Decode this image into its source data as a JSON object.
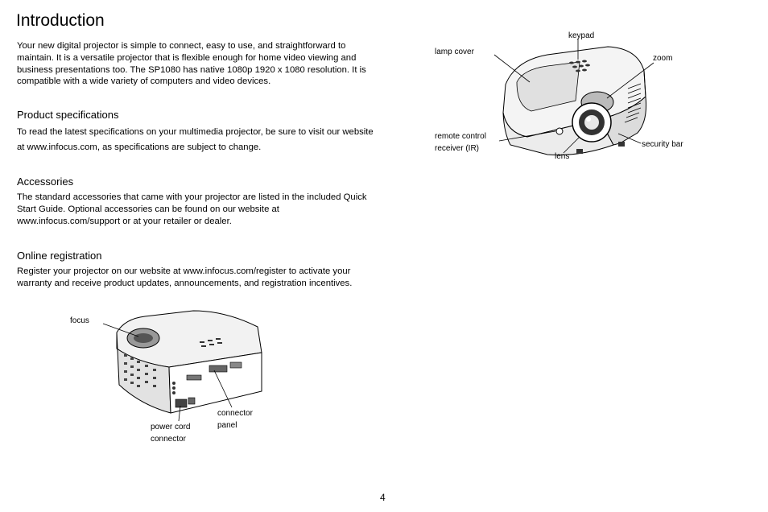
{
  "title": "Introduction",
  "intro": "Your new digital projector is simple to connect, easy to use, and straightforward to maintain. It is a versatile projector that is flexible enough for home video viewing and business presentations too. The SP1080 has native 1080p 1920 x 1080 resolution. It is compatible with a wide variety of computers and video devices.",
  "sections": [
    {
      "heading": "Product specifications",
      "body": "To read the latest specifications on your multimedia projector, be sure to visit our website at www.infocus.com, as specifications are subject to change."
    },
    {
      "heading": "Accessories",
      "body": "The standard accessories that came with your projector are listed in the included Quick Start Guide. Optional accessories can be found on our website at www.infocus.com/support or at your retailer or dealer."
    },
    {
      "heading": "Online registration",
      "body": "Register your projector on our website at www.infocus.com/register to activate your warranty and receive product updates, announcements, and registration incentives."
    }
  ],
  "front_labels": {
    "keypad": "keypad",
    "lamp_cover": "lamp cover",
    "zoom": "zoom",
    "remote_line1": "remote control",
    "remote_line2": "receiver (IR)",
    "lens": "lens",
    "security_bar": "security bar"
  },
  "back_labels": {
    "focus": "focus",
    "power_line1": "power cord",
    "power_line2": "connector",
    "panel_line1": "connector",
    "panel_line2": "panel"
  },
  "page_number": "4"
}
